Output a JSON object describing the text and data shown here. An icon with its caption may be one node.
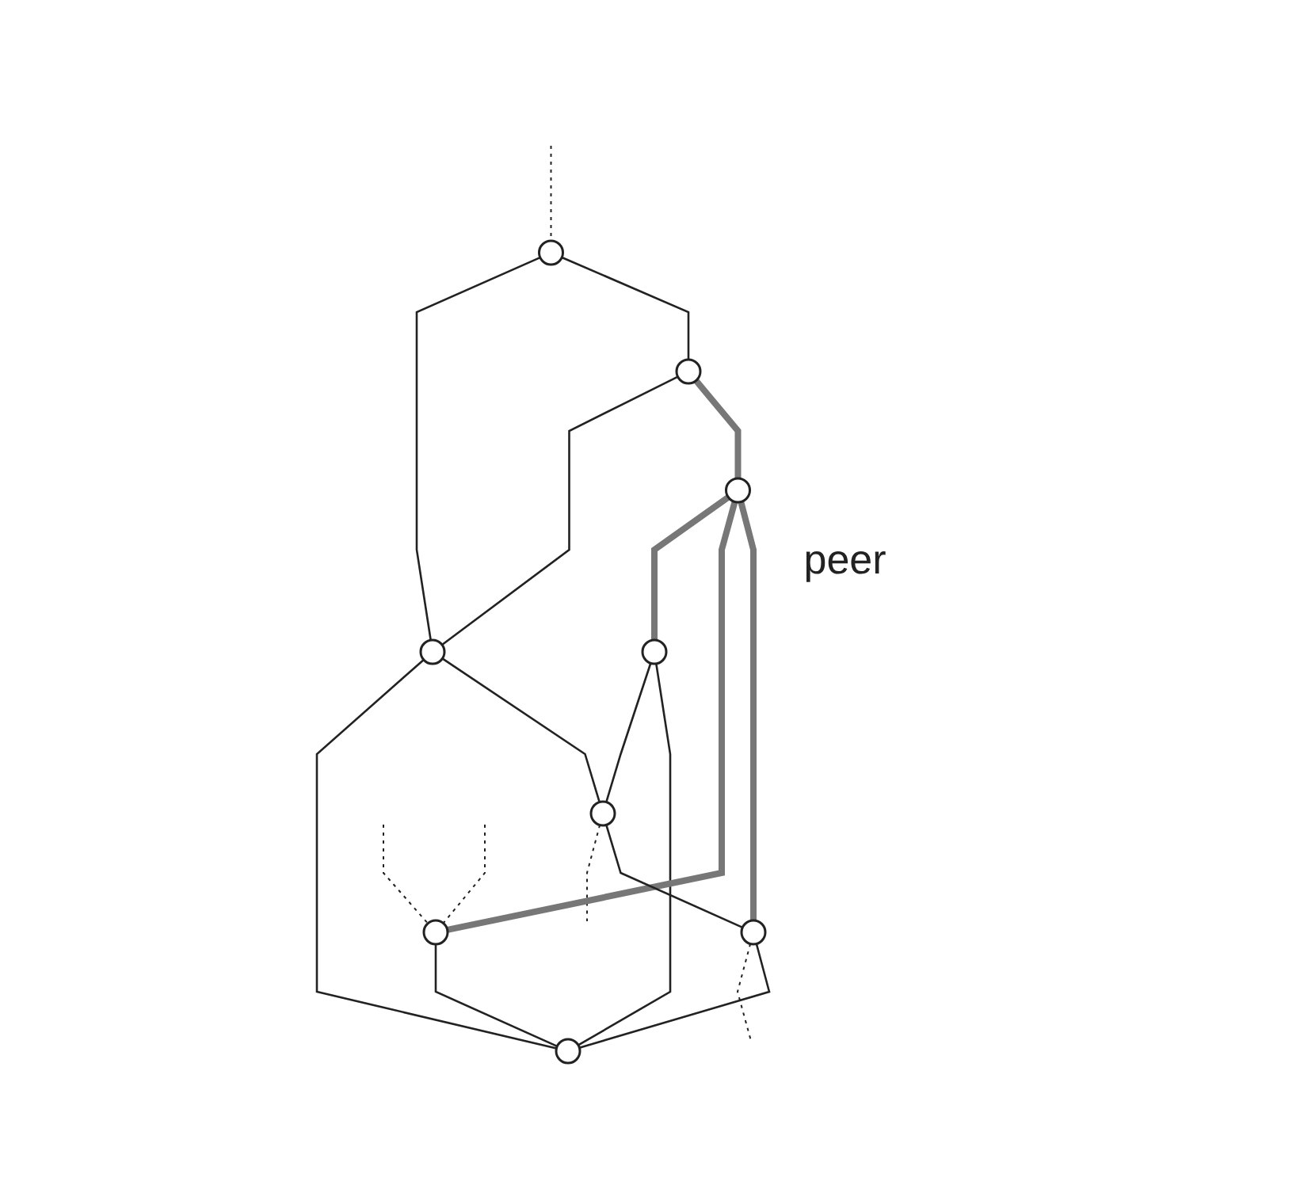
{
  "diagram": {
    "nodes": [
      {
        "text": [],
        "shape": "circle"
      },
      {
        "text": [],
        "shape": "circle"
      },
      {
        "text": [],
        "shape": "circle"
      },
      {
        "text": [],
        "shape": "circle"
      },
      {
        "text": [],
        "shape": "circle"
      },
      {
        "text": [],
        "shape": "circle",
        "beside": [
          "peer"
        ]
      },
      {
        "text": [],
        "shape": "circle"
      },
      {
        "text": [],
        "shape": "circle"
      },
      {
        "text": [],
        "shape": "circle"
      }
    ],
    "edges": [
      {
        "from": null,
        "to": 0,
        "arrow": "none",
        "style": "dashed"
      },
      {
        "from": 0,
        "to": 1,
        "arrow": "none"
      },
      {
        "from": 0,
        "to": 2,
        "arrow": "none"
      },
      {
        "from": 2,
        "to": 1,
        "arrow": "none"
      },
      {
        "from": 2,
        "to": 5,
        "arrow": "none",
        "style": "thick",
        "color": "#777777"
      },
      {
        "from": 5,
        "to": 3,
        "arrow": "none",
        "style": "thick",
        "color": "#777777"
      },
      {
        "from": 3,
        "to": 4,
        "arrow": "none"
      },
      {
        "from": 3,
        "to": 8,
        "arrow": "none"
      },
      {
        "from": 1,
        "to": 8,
        "arrow": "none"
      },
      {
        "from": 1,
        "to": 4,
        "arrow": "none"
      },
      {
        "from": 4,
        "to": null,
        "arrow": "none",
        "style": "dashed"
      },
      {
        "from": 5,
        "to": 7,
        "arrow": "none",
        "style": "thick",
        "color": "#777777"
      },
      {
        "from": 5,
        "to": 6,
        "arrow": "none",
        "style": "thick",
        "color": "#777777"
      },
      {
        "from": 4,
        "to": 6,
        "arrow": "none"
      },
      {
        "from": 6,
        "to": null,
        "arrow": "none",
        "style": "dashed"
      },
      {
        "from": null,
        "to": 7,
        "arrow": "none",
        "style": "dashed"
      },
      {
        "from": null,
        "to": 7,
        "arrow": "none",
        "style": "dashed"
      },
      {
        "from": 7,
        "to": 8,
        "arrow": "none"
      },
      {
        "from": 6,
        "to": 8,
        "arrow": "none"
      }
    ]
  }
}
